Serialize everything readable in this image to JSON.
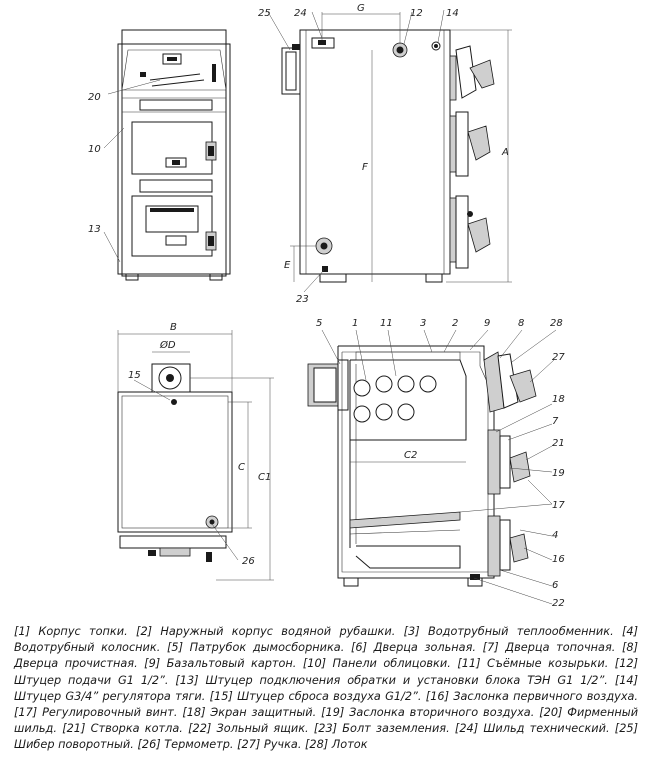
{
  "callouts": {
    "c25": "25",
    "c24": "24",
    "c12": "12",
    "c14": "14",
    "c20": "20",
    "c10": "10",
    "c13": "13",
    "c23": "23",
    "c15": "15",
    "c26": "26",
    "c5": "5",
    "c1": "1",
    "c11": "11",
    "c3": "3",
    "c2": "2",
    "c9": "9",
    "c8": "8",
    "c28": "28",
    "c27": "27",
    "c18": "18",
    "c7": "7",
    "c21": "21",
    "c19": "19",
    "c17": "17",
    "c4": "4",
    "c16": "16",
    "c6": "6",
    "c22": "22"
  },
  "dimensions": {
    "G": "G",
    "A": "A",
    "F": "F",
    "E": "E",
    "B": "B",
    "phiD": "ØD",
    "C": "C",
    "C1": "C1",
    "C2": "C2"
  },
  "legend": [
    "[1] Корпус топки.",
    "[2] Наружный корпус водяной рубашки.",
    "[3] Водотрубный теплообменник.",
    "[4] Водотрубный колосник.",
    "[5] Патрубок дымосборника.",
    "[6] Дверца зольная.",
    "[7] Дверца топочная.",
    "[8] Дверца прочистная.",
    "[9] Базальтовый картон.",
    "[10] Панели облицовки.",
    "[11] Съёмные козырьки.",
    "[12] Штуцер подачи G1 1/2”.",
    "[13] Штуцер подключения обратки и установки блока ТЭН G1 1/2”.",
    "[14] Штуцер G3/4” регулятора тяги.",
    "[15] Штуцер сброса воздуха G1/2”.",
    "[16] Заслонка первичного воздуха.",
    "[17] Регулировочный винт.",
    "[18] Экран защитный.",
    "[19] Заслонка вторичного воздуха.",
    "[20] Фирменный шильд.",
    "[21] Створка котла.",
    "[22] Зольный ящик.",
    "[23] Болт заземления.",
    "[24] Шильд технический.",
    "[25] Шибер поворотный.",
    "[26] Термометр.",
    "[27] Ручка.",
    "[28] Лоток"
  ],
  "colors": {
    "line": "#1a1a1a",
    "fill": "#cfcfcf",
    "background": "#ffffff"
  }
}
